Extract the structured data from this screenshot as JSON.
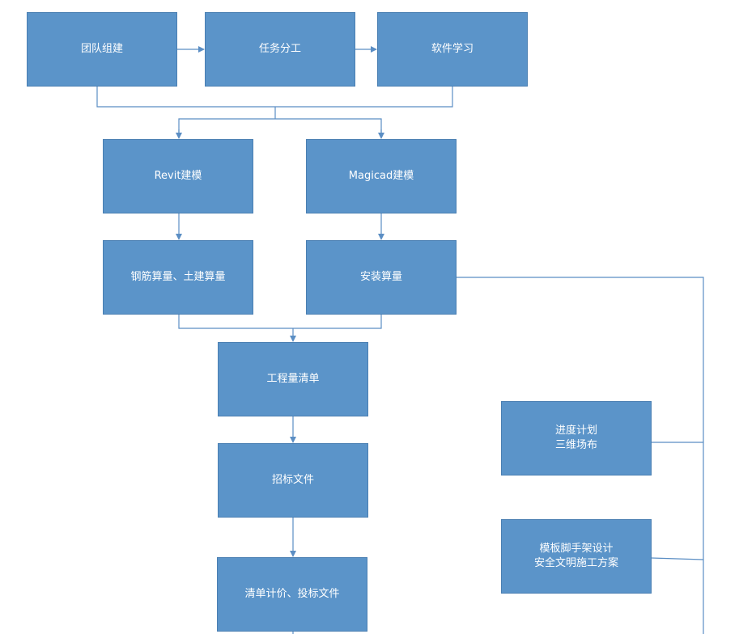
{
  "nodes": {
    "team_building": "团队组建",
    "task_division": "任务分工",
    "software_learning": "软件学习",
    "revit_modeling": "Revit建模",
    "magicad_modeling": "Magicad建模",
    "rebar_civil_quantity": "钢筋算量、土建算量",
    "installation_quantity": "安装算量",
    "bill_of_quantities": "工程量清单",
    "tender_documents": "招标文件",
    "pricing_bid_documents": "清单计价、投标文件",
    "schedule_site_layout": [
      "进度计划",
      "三维场布"
    ],
    "formwork_safety_plan": [
      "模板脚手架设计",
      "安全文明施工方案"
    ]
  },
  "colors": {
    "box_fill": "#5b94c9",
    "box_border": "#4a7fb2",
    "connector": "#5b8ec4",
    "text": "#ffffff"
  }
}
